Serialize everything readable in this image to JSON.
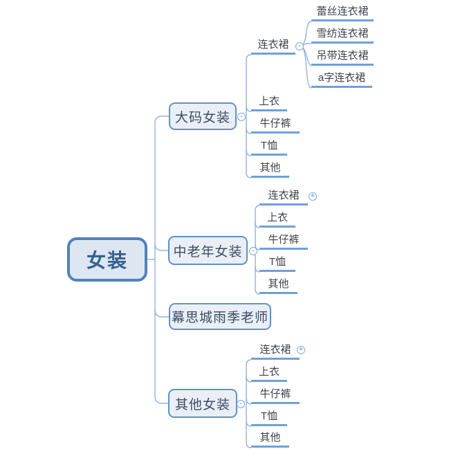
{
  "diagram": {
    "type": "mindmap",
    "root": {
      "label": "女装"
    },
    "branches": [
      {
        "label": "大码女装",
        "toggle": "collapse",
        "children": [
          {
            "label": "连衣裙",
            "toggle": "collapse",
            "children": [
              {
                "label": "蕾丝连衣裙"
              },
              {
                "label": "雪纺连衣裙"
              },
              {
                "label": "吊带连衣裙"
              },
              {
                "label": "a字连衣裙"
              }
            ]
          },
          {
            "label": "上衣"
          },
          {
            "label": "牛仔裤"
          },
          {
            "label": "T恤"
          },
          {
            "label": "其他"
          }
        ]
      },
      {
        "label": "中老年女装",
        "toggle": "collapse",
        "children": [
          {
            "label": "连衣裙",
            "toggle": "expand"
          },
          {
            "label": "上衣"
          },
          {
            "label": "牛仔裤"
          },
          {
            "label": "T恤"
          },
          {
            "label": "其他"
          }
        ]
      },
      {
        "label": "幕思城雨季老师"
      },
      {
        "label": "其他女装",
        "toggle": "collapse",
        "children": [
          {
            "label": "连衣裙",
            "toggle": "expand"
          },
          {
            "label": "上衣"
          },
          {
            "label": "牛仔裤"
          },
          {
            "label": "T恤"
          },
          {
            "label": "其他"
          }
        ]
      }
    ],
    "glyphs": {
      "collapse": "-",
      "expand": "+"
    },
    "colors": {
      "box_border": "#6191c5",
      "box_fill": "#e9eef7",
      "root_border": "#4f81bd",
      "root_fill": "#dde7f2",
      "root_text": "#366092",
      "box_text": "#3c4c63",
      "child_text": "#3d434b",
      "underline": "#6f9fd8",
      "connector": "#8fb3dd",
      "toggle_icon": "#7da7dc"
    }
  }
}
